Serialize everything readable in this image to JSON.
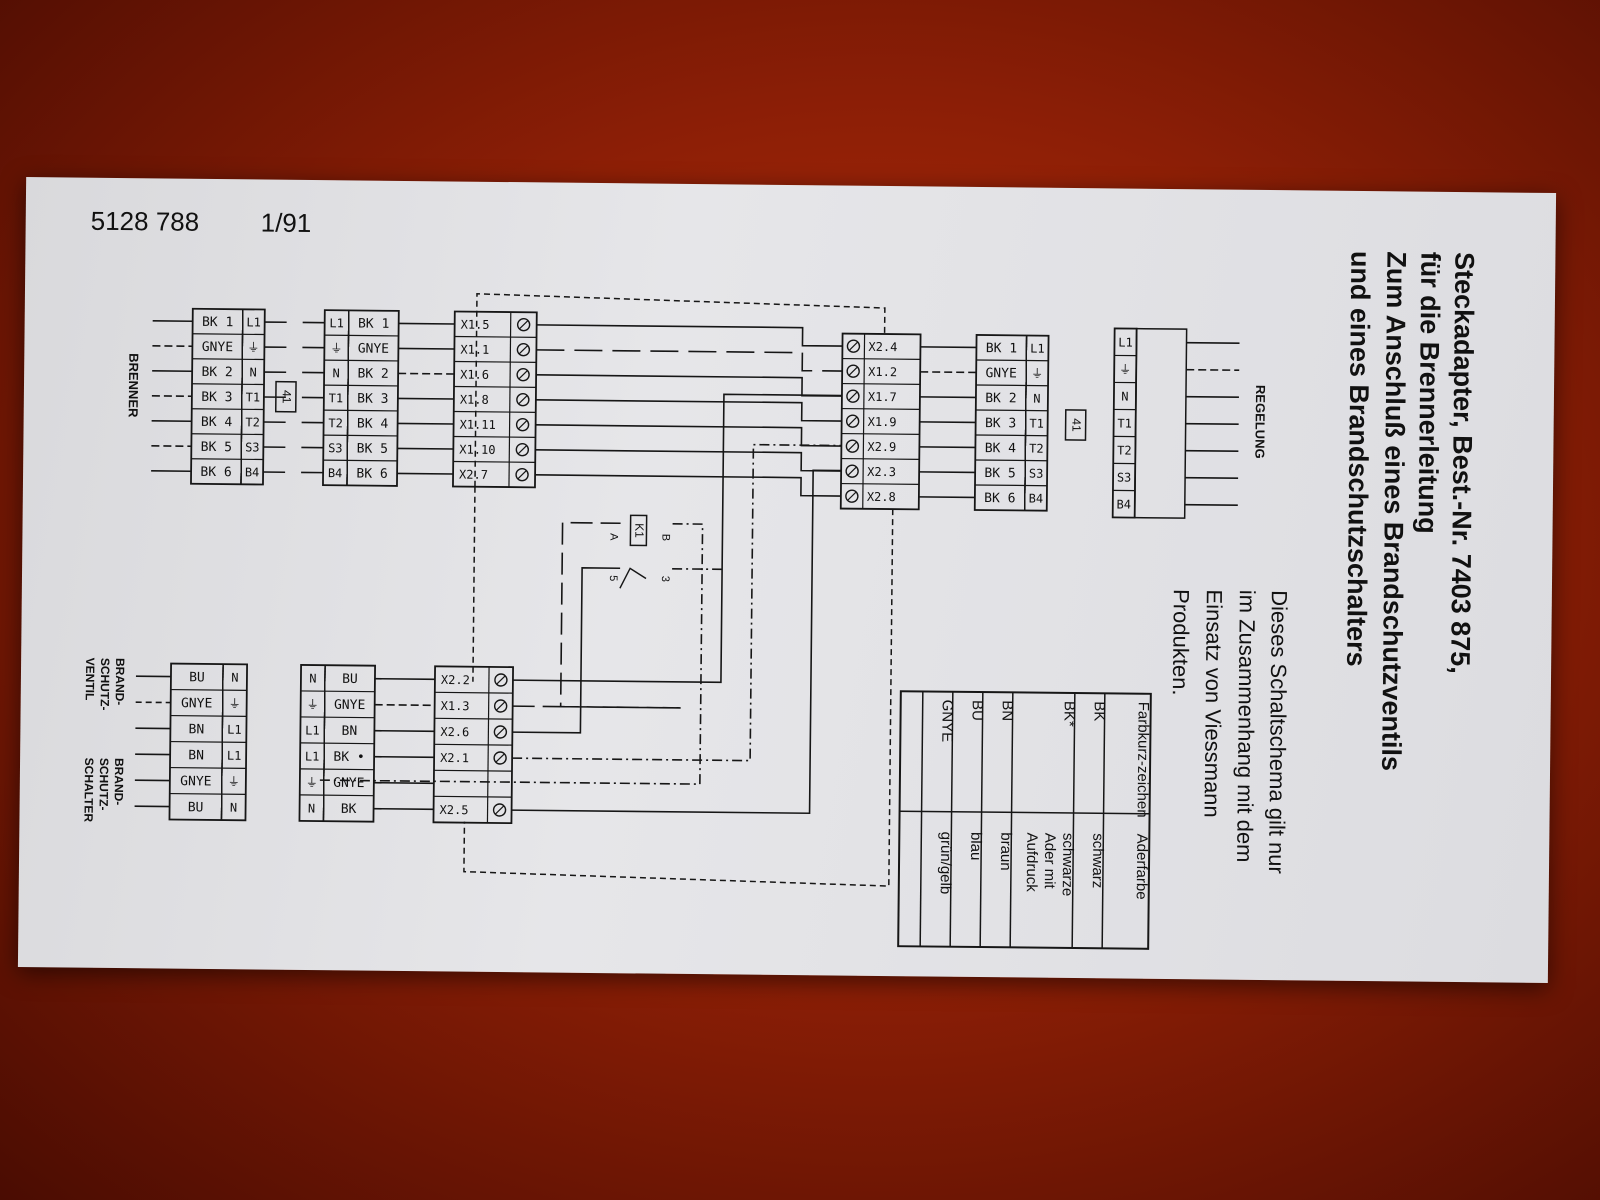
{
  "header": {
    "part_number": "5128 788",
    "revision": "1/91"
  },
  "title_lines": [
    "Steckadapter, Best.-Nr. 7403 875,",
    "für die Brennerleitung",
    "Zum Anschluß eines Brandschutzventils",
    "und eines Brandschutzschalters"
  ],
  "note_lines": [
    "Dieses Schaltschema gilt nur",
    "im Zusammenhang mit dem",
    "Einsatz von Viessmann",
    "Produkten."
  ],
  "labels": {
    "brenner": "BRENNER",
    "regelung": "REGELUNG",
    "ventil": [
      "BRAND-",
      "SCHUTZ-",
      "VENTIL"
    ],
    "schalter": [
      "BRAND-",
      "SCHUTZ-",
      "SCHALTER"
    ],
    "plug_code": "41",
    "relay": "K1",
    "relay_pins": [
      "A",
      "B",
      "5",
      "3"
    ]
  },
  "plug_burner_left": {
    "wires": [
      "BK 1",
      "GNYE",
      "BK 2",
      "BK 3",
      "BK 4",
      "BK 5",
      "BK 6"
    ],
    "pins": [
      "L1",
      "⏚",
      "N",
      "T1",
      "T2",
      "S3",
      "B4"
    ]
  },
  "plug_burner_right": {
    "pins": [
      "L1",
      "⏚",
      "N",
      "T1",
      "T2",
      "S3",
      "B4"
    ],
    "wires": [
      "BK 1",
      "GNYE",
      "BK 2",
      "BK 3",
      "BK 4",
      "BK 5",
      "BK 6"
    ]
  },
  "terminal_x1": {
    "labels": [
      "X1.5",
      "X1.1",
      "X1.6",
      "X1.8",
      "X1.11",
      "X1.10",
      "X2.7"
    ]
  },
  "terminal_x2": {
    "labels": [
      "X2.4",
      "X1.2",
      "X1.7",
      "X1.9",
      "X2.9",
      "X2.3",
      "X2.8"
    ]
  },
  "plug_regelung_cable": {
    "wires": [
      "BK 1",
      "GNYE",
      "BK 2",
      "BK 3",
      "BK 4",
      "BK 5",
      "BK 6"
    ],
    "pins": [
      "L1",
      "⏚",
      "N",
      "T1",
      "T2",
      "S3",
      "B4"
    ]
  },
  "plug_regelung": {
    "pins": [
      "L1",
      "⏚",
      "N",
      "T1",
      "T2",
      "S3",
      "B4"
    ]
  },
  "device_left": {
    "wires": [
      "BU",
      "GNYE",
      "BN",
      "BN",
      "GNYE",
      "BU"
    ],
    "pins": [
      "N",
      "⏚",
      "L1",
      "L1",
      "⏚",
      "N"
    ]
  },
  "device_right": {
    "pins": [
      "N",
      "⏚",
      "L1",
      "L1",
      "⏚",
      "N"
    ],
    "wires": [
      "BU",
      "GNYE",
      "BN",
      "BK •",
      "GNYE",
      "BK"
    ]
  },
  "terminal_x3": {
    "labels": [
      "X2.2",
      "X1.3",
      "X2.6",
      "X2.1",
      "",
      "X2.5"
    ]
  },
  "color_table": {
    "headers": [
      "Farbkurz-zeichen",
      "Aderfarbe"
    ],
    "rows": [
      {
        "code": "BK",
        "name": "schwarz"
      },
      {
        "code": "BK*",
        "name": "schwarze Ader mit Aufdruck"
      },
      {
        "code": "BN",
        "name": "braun"
      },
      {
        "code": "BU",
        "name": "blau"
      },
      {
        "code": "GNYE",
        "name": "grün/gelb"
      }
    ]
  }
}
